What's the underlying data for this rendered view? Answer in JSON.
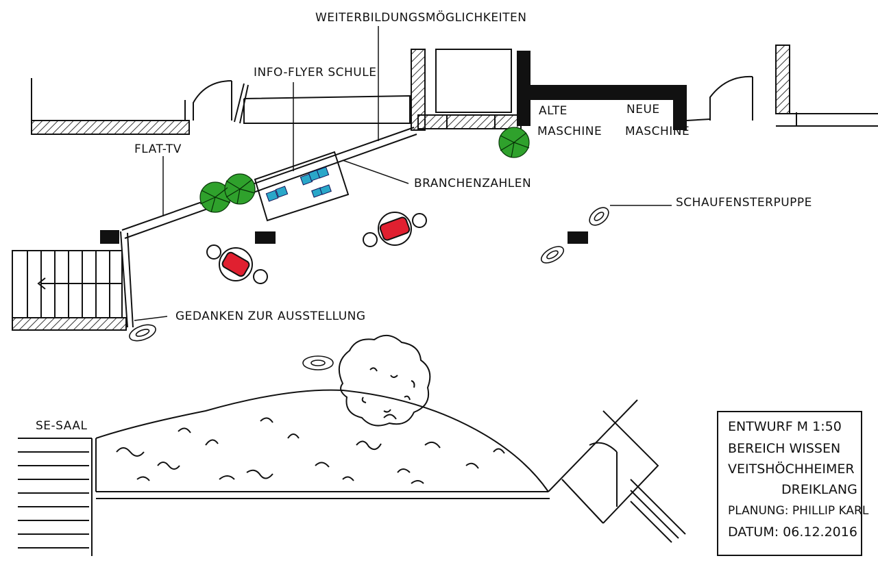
{
  "labels": {
    "weiterbildung": "WEITERBILDUNGSMÖGLICHKEITEN",
    "info_flyer": "INFO-FLYER SCHULE",
    "flat_tv": "FLAT-TV",
    "branchenzahlen": "BRANCHENZAHLEN",
    "alte_maschine_1": "ALTE",
    "alte_maschine_2": "MASCHINE",
    "neue_maschine_1": "NEUE",
    "neue_maschine_2": "MASCHINE",
    "schaufensterpuppe": "SCHAUFENSTERPUPPE",
    "gedanken": "GEDANKEN ZUR AUSSTELLUNG",
    "se_saal": "SE-SAAL"
  },
  "title_block": {
    "line1": "ENTWURF M 1:50",
    "line2": "BEREICH WISSEN",
    "line3": "VEITSHÖCHHEIMER",
    "line4": "DREIKLANG",
    "line5": "PLANUNG: PHILLIP KARL",
    "line6": "DATUM: 06.12.2016"
  },
  "colors": {
    "ink": "#111111",
    "table_red": "#e02030",
    "plant_green": "#2fa12c",
    "flyer_blue": "#2aa7c9",
    "hatch": "#333333"
  }
}
